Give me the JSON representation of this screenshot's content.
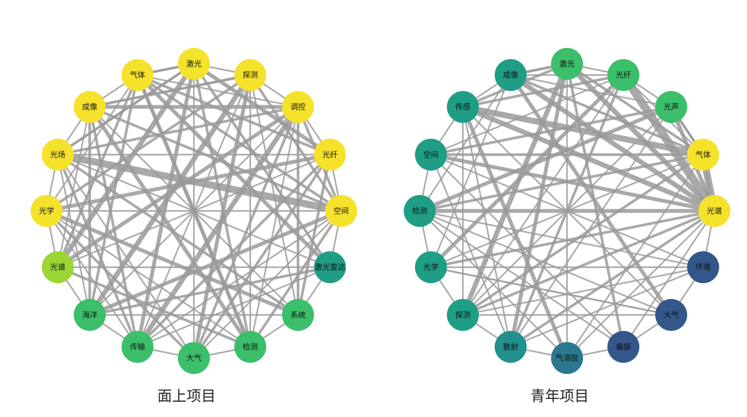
{
  "graphs": [
    {
      "caption": "面上项目",
      "nodes": [
        {
          "label": "激光",
          "color": "#f5e22b"
        },
        {
          "label": "探测",
          "color": "#f5e22b"
        },
        {
          "label": "调控",
          "color": "#f5e22b"
        },
        {
          "label": "光纤",
          "color": "#f5e22b"
        },
        {
          "label": "空间",
          "color": "#f5e22b"
        },
        {
          "label": "激光雷达",
          "color": "#1f9e85"
        },
        {
          "label": "系统",
          "color": "#3bbf6b"
        },
        {
          "label": "检测",
          "color": "#3bbf6b"
        },
        {
          "label": "大气",
          "color": "#3bbf6b"
        },
        {
          "label": "传输",
          "color": "#3bbf6b"
        },
        {
          "label": "海洋",
          "color": "#3bbf6b"
        },
        {
          "label": "光谱",
          "color": "#9bd634"
        },
        {
          "label": "光学",
          "color": "#f5e22b"
        },
        {
          "label": "光场",
          "color": "#f5e22b"
        },
        {
          "label": "成像",
          "color": "#f5e22b"
        },
        {
          "label": "气体",
          "color": "#f5e22b"
        }
      ],
      "edges": [
        [
          13,
          4,
          6
        ],
        [
          2,
          9,
          4
        ],
        [
          1,
          10,
          4
        ],
        [
          0,
          11,
          4
        ],
        [
          15,
          5,
          3
        ],
        [
          14,
          2,
          3
        ],
        [
          0,
          3,
          3
        ],
        [
          3,
          12,
          3
        ],
        [
          2,
          11,
          3
        ],
        [
          15,
          7,
          3
        ],
        [
          0,
          9,
          3
        ],
        [
          1,
          8,
          3
        ],
        [
          14,
          7,
          3
        ],
        [
          12,
          6,
          3
        ],
        [
          4,
          10,
          3
        ],
        [
          0,
          5,
          2
        ],
        [
          0,
          7,
          2
        ],
        [
          0,
          13,
          2
        ],
        [
          0,
          15,
          2
        ],
        [
          1,
          4,
          2
        ],
        [
          1,
          12,
          2
        ],
        [
          1,
          14,
          2
        ],
        [
          2,
          4,
          2
        ],
        [
          2,
          8,
          2
        ],
        [
          2,
          13,
          2
        ],
        [
          3,
          9,
          2
        ],
        [
          3,
          15,
          2
        ],
        [
          4,
          7,
          2
        ],
        [
          4,
          14,
          2
        ],
        [
          5,
          10,
          2
        ],
        [
          6,
          13,
          2
        ],
        [
          7,
          11,
          2
        ],
        [
          8,
          12,
          2
        ],
        [
          9,
          13,
          2
        ],
        [
          10,
          14,
          2
        ],
        [
          11,
          15,
          2
        ],
        [
          2,
          6,
          2
        ],
        [
          3,
          6,
          2
        ],
        [
          3,
          8,
          2
        ],
        [
          4,
          15,
          2
        ],
        [
          14,
          9,
          2
        ],
        [
          15,
          10,
          2
        ],
        [
          0,
          1,
          1
        ],
        [
          1,
          2,
          1
        ],
        [
          2,
          3,
          1
        ],
        [
          3,
          4,
          1
        ],
        [
          4,
          5,
          1
        ],
        [
          5,
          6,
          1
        ],
        [
          6,
          7,
          1
        ],
        [
          7,
          8,
          1
        ],
        [
          8,
          9,
          1
        ],
        [
          9,
          10,
          1
        ],
        [
          10,
          11,
          1
        ],
        [
          11,
          12,
          1
        ],
        [
          12,
          13,
          1
        ],
        [
          13,
          14,
          1
        ],
        [
          14,
          15,
          1
        ],
        [
          15,
          0,
          1
        ],
        [
          0,
          8,
          1
        ],
        [
          1,
          9,
          1
        ],
        [
          2,
          10,
          1
        ],
        [
          3,
          11,
          1
        ],
        [
          4,
          12,
          1
        ],
        [
          5,
          13,
          1
        ],
        [
          6,
          14,
          1
        ],
        [
          7,
          15,
          1
        ],
        [
          1,
          6,
          1
        ],
        [
          2,
          7,
          1
        ],
        [
          4,
          8,
          1
        ],
        [
          5,
          9,
          1
        ],
        [
          6,
          10,
          1
        ],
        [
          7,
          12,
          1
        ],
        [
          8,
          13,
          1
        ],
        [
          9,
          12,
          1
        ],
        [
          10,
          13,
          1
        ],
        [
          11,
          14,
          1
        ],
        [
          12,
          15,
          1
        ],
        [
          13,
          0,
          1
        ],
        [
          14,
          1,
          1
        ],
        [
          15,
          2,
          1
        ],
        [
          5,
          11,
          1
        ],
        [
          1,
          7,
          1
        ],
        [
          3,
          13,
          1
        ],
        [
          4,
          9,
          1
        ]
      ]
    },
    {
      "caption": "青年项目",
      "nodes": [
        {
          "label": "激光",
          "color": "#3bbf6b"
        },
        {
          "label": "光纤",
          "color": "#3bbf6b"
        },
        {
          "label": "光声",
          "color": "#3bbf6b"
        },
        {
          "label": "气体",
          "color": "#f5e22b"
        },
        {
          "label": "光谱",
          "color": "#f5e22b"
        },
        {
          "label": "环境",
          "color": "#33578a"
        },
        {
          "label": "大气",
          "color": "#33578a"
        },
        {
          "label": "偏振",
          "color": "#33578a"
        },
        {
          "label": "气溶胶",
          "color": "#2a788e"
        },
        {
          "label": "散射",
          "color": "#22908c"
        },
        {
          "label": "探测",
          "color": "#1f9e85"
        },
        {
          "label": "光学",
          "color": "#1f9e85"
        },
        {
          "label": "检测",
          "color": "#1f9e85"
        },
        {
          "label": "空间",
          "color": "#1f9e85"
        },
        {
          "label": "传感",
          "color": "#1f9e85"
        },
        {
          "label": "成像",
          "color": "#1f9e85"
        }
      ],
      "edges": [
        [
          1,
          4,
          7
        ],
        [
          3,
          4,
          6
        ],
        [
          14,
          3,
          5
        ],
        [
          14,
          4,
          4
        ],
        [
          0,
          4,
          4
        ],
        [
          15,
          4,
          4
        ],
        [
          0,
          10,
          4
        ],
        [
          2,
          4,
          3
        ],
        [
          0,
          9,
          3
        ],
        [
          1,
          11,
          3
        ],
        [
          13,
          4,
          3
        ],
        [
          12,
          4,
          3
        ],
        [
          2,
          12,
          3
        ],
        [
          14,
          8,
          3
        ],
        [
          15,
          6,
          3
        ],
        [
          3,
          10,
          2
        ],
        [
          11,
          4,
          2
        ],
        [
          0,
          3,
          2
        ],
        [
          0,
          14,
          2
        ],
        [
          1,
          14,
          2
        ],
        [
          2,
          13,
          2
        ],
        [
          4,
          9,
          2
        ],
        [
          4,
          10,
          2
        ],
        [
          0,
          7,
          2
        ],
        [
          1,
          9,
          2
        ],
        [
          15,
          3,
          2
        ],
        [
          2,
          3,
          2
        ],
        [
          0,
          15,
          2
        ],
        [
          13,
          3,
          2
        ],
        [
          12,
          3,
          2
        ],
        [
          0,
          1,
          1
        ],
        [
          1,
          2,
          1
        ],
        [
          2,
          3,
          1
        ],
        [
          3,
          4,
          1
        ],
        [
          4,
          5,
          1
        ],
        [
          5,
          6,
          1
        ],
        [
          6,
          7,
          1
        ],
        [
          7,
          8,
          1
        ],
        [
          8,
          9,
          1
        ],
        [
          9,
          10,
          1
        ],
        [
          10,
          11,
          1
        ],
        [
          11,
          12,
          1
        ],
        [
          12,
          13,
          1
        ],
        [
          13,
          14,
          1
        ],
        [
          14,
          15,
          1
        ],
        [
          15,
          0,
          1
        ],
        [
          0,
          8,
          1
        ],
        [
          1,
          10,
          1
        ],
        [
          2,
          10,
          1
        ],
        [
          3,
          11,
          1
        ],
        [
          4,
          8,
          1
        ],
        [
          5,
          11,
          1
        ],
        [
          5,
          13,
          1
        ],
        [
          6,
          12,
          1
        ],
        [
          6,
          14,
          1
        ],
        [
          7,
          13,
          1
        ],
        [
          8,
          12,
          1
        ],
        [
          9,
          13,
          1
        ],
        [
          10,
          14,
          1
        ],
        [
          11,
          15,
          1
        ],
        [
          12,
          15,
          1
        ],
        [
          13,
          1,
          1
        ],
        [
          2,
          9,
          1
        ],
        [
          3,
          8,
          1
        ],
        [
          4,
          7,
          1
        ],
        [
          5,
          10,
          1
        ],
        [
          6,
          11,
          1
        ],
        [
          7,
          12,
          1
        ],
        [
          9,
          14,
          1
        ],
        [
          15,
          1,
          1
        ],
        [
          15,
          2,
          1
        ],
        [
          12,
          5,
          1
        ],
        [
          11,
          6,
          1
        ],
        [
          10,
          6,
          1
        ],
        [
          9,
          5,
          1
        ],
        [
          1,
          3,
          1
        ]
      ]
    }
  ]
}
